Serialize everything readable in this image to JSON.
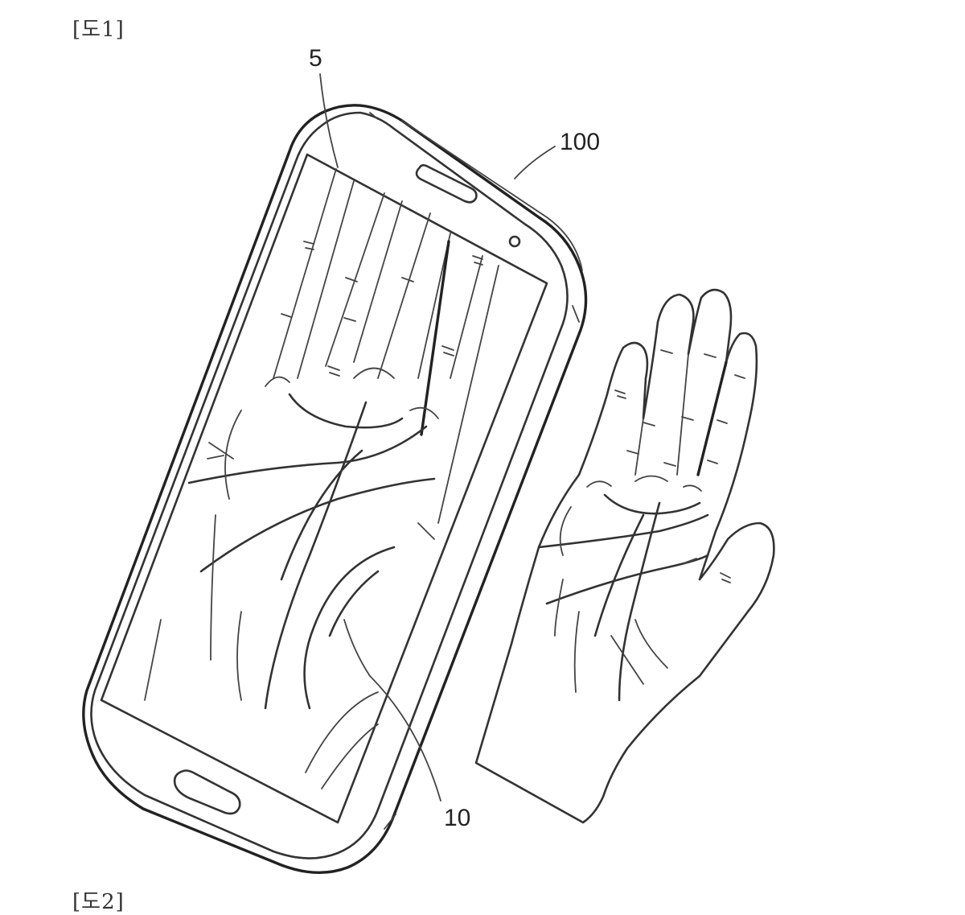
{
  "figure": {
    "top_tag": "[도1]",
    "bottom_tag": "[도2]",
    "reference_numerals": {
      "screen": "5",
      "device": "100",
      "palm_image": "10"
    }
  },
  "icons": {
    "phone": "smartphone-icon",
    "hand": "open-palm-icon",
    "speaker": "earpiece-icon",
    "camera": "front-camera-icon",
    "home_button": "home-button-icon"
  }
}
